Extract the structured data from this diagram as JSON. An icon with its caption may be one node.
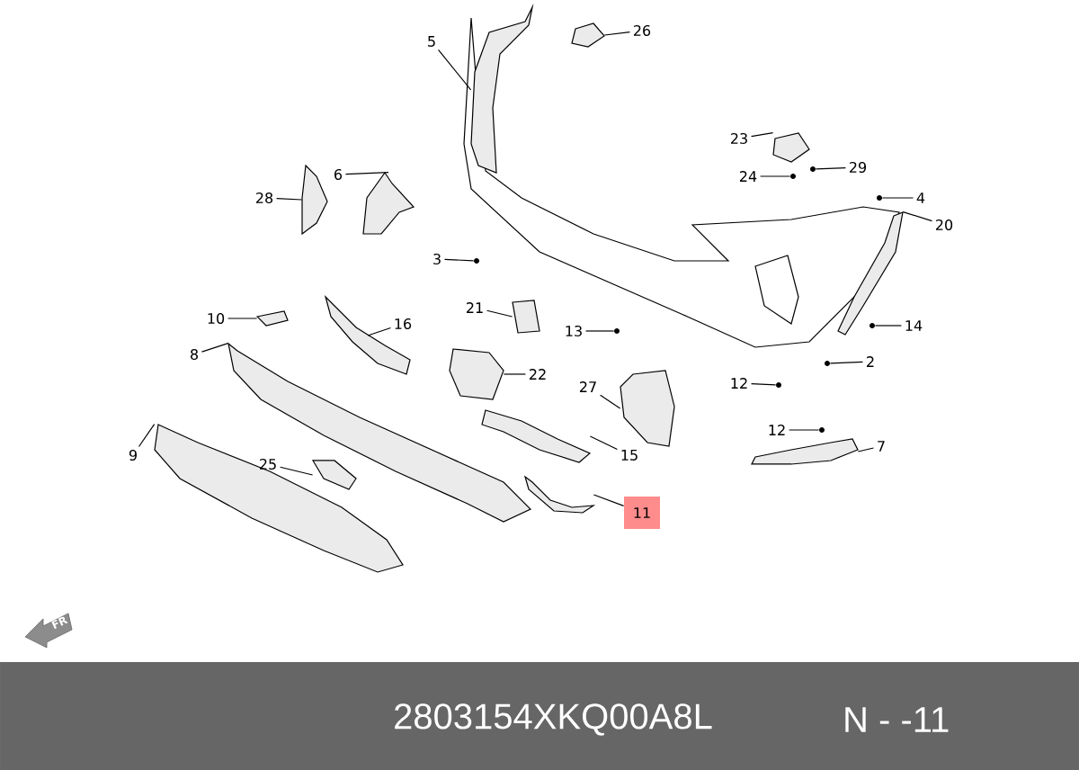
{
  "diagram": {
    "nodes": [
      {
        "text": [
          "5"
        ]
      },
      {
        "text": [],
        "shape": "picture"
      },
      {
        "text": [
          "26"
        ]
      },
      {
        "text": [],
        "shape": "picture"
      },
      {
        "text": [
          "23"
        ]
      },
      {
        "text": [],
        "shape": "picture"
      },
      {
        "text": [
          "29"
        ]
      },
      {
        "text": [],
        "shape": "circle"
      },
      {
        "text": [
          "24"
        ]
      },
      {
        "text": [],
        "shape": "circle"
      },
      {
        "text": [
          "4"
        ]
      },
      {
        "text": [],
        "shape": "circle"
      },
      {
        "text": [
          "20"
        ]
      },
      {
        "text": [],
        "shape": "picture"
      },
      {
        "text": [
          "28"
        ]
      },
      {
        "text": [],
        "shape": "picture"
      },
      {
        "text": [
          "6"
        ]
      },
      {
        "text": [],
        "shape": "picture"
      },
      {
        "text": [
          "3"
        ]
      },
      {
        "text": [],
        "shape": "circle"
      },
      {
        "text": [
          "21"
        ]
      },
      {
        "text": [],
        "shape": "picture"
      },
      {
        "text": [
          "13"
        ]
      },
      {
        "text": [],
        "shape": "circle"
      },
      {
        "text": [
          "14"
        ]
      },
      {
        "text": [],
        "shape": "circle"
      },
      {
        "text": [
          "10"
        ]
      },
      {
        "text": [],
        "shape": "picture"
      },
      {
        "text": [
          "16"
        ]
      },
      {
        "text": [],
        "shape": "picture"
      },
      {
        "text": [
          "8"
        ]
      },
      {
        "text": [],
        "shape": "picture"
      },
      {
        "text": [
          "22"
        ]
      },
      {
        "text": [],
        "shape": "picture"
      },
      {
        "text": [
          "2"
        ]
      },
      {
        "text": [],
        "shape": "circle"
      },
      {
        "text": [
          "27"
        ]
      },
      {
        "text": [],
        "shape": "picture"
      },
      {
        "text": [
          "12"
        ]
      },
      {
        "text": [],
        "shape": "circle"
      },
      {
        "text": [
          "12"
        ]
      },
      {
        "text": [],
        "shape": "circle"
      },
      {
        "text": [
          "15"
        ]
      },
      {
        "text": [],
        "shape": "picture"
      },
      {
        "text": [
          "9"
        ]
      },
      {
        "text": [],
        "shape": "picture"
      },
      {
        "text": [
          "25"
        ]
      },
      {
        "text": [],
        "shape": "picture"
      },
      {
        "text": [
          "7"
        ]
      },
      {
        "text": [],
        "shape": "picture"
      },
      {
        "text": [
          "11"
        ]
      },
      {
        "text": [],
        "shape": "picture"
      }
    ],
    "edges": [
      {
        "from": 0,
        "to": 1,
        "arrow": "none"
      },
      {
        "from": 2,
        "to": 3,
        "arrow": "none"
      },
      {
        "from": 4,
        "to": 5,
        "arrow": "none"
      },
      {
        "from": 6,
        "to": 7,
        "arrow": "none"
      },
      {
        "from": 8,
        "to": 9,
        "arrow": "none"
      },
      {
        "from": 10,
        "to": 11,
        "arrow": "none"
      },
      {
        "from": 12,
        "to": 13,
        "arrow": "none"
      },
      {
        "from": 14,
        "to": 15,
        "arrow": "none"
      },
      {
        "from": 16,
        "to": 17,
        "arrow": "none"
      },
      {
        "from": 18,
        "to": 19,
        "arrow": "none"
      },
      {
        "from": 20,
        "to": 21,
        "arrow": "none"
      },
      {
        "from": 22,
        "to": 23,
        "arrow": "none"
      },
      {
        "from": 24,
        "to": 25,
        "arrow": "none"
      },
      {
        "from": 26,
        "to": 27,
        "arrow": "none"
      },
      {
        "from": 28,
        "to": 29,
        "arrow": "none"
      },
      {
        "from": 30,
        "to": 31,
        "arrow": "none"
      },
      {
        "from": 32,
        "to": 33,
        "arrow": "none"
      },
      {
        "from": 34,
        "to": 35,
        "arrow": "none"
      },
      {
        "from": 36,
        "to": 37,
        "arrow": "none"
      },
      {
        "from": 38,
        "to": 39,
        "arrow": "none"
      },
      {
        "from": 40,
        "to": 41,
        "arrow": "none"
      },
      {
        "from": 42,
        "to": 43,
        "arrow": "none"
      },
      {
        "from": 44,
        "to": 45,
        "arrow": "none"
      },
      {
        "from": 46,
        "to": 47,
        "arrow": "none"
      },
      {
        "from": 48,
        "to": 49,
        "arrow": "none"
      },
      {
        "from": 50,
        "to": 51,
        "arrow": "none"
      }
    ],
    "labels": [
      "FR",
      "2803154XKQ00A8L",
      "N - -11"
    ]
  }
}
